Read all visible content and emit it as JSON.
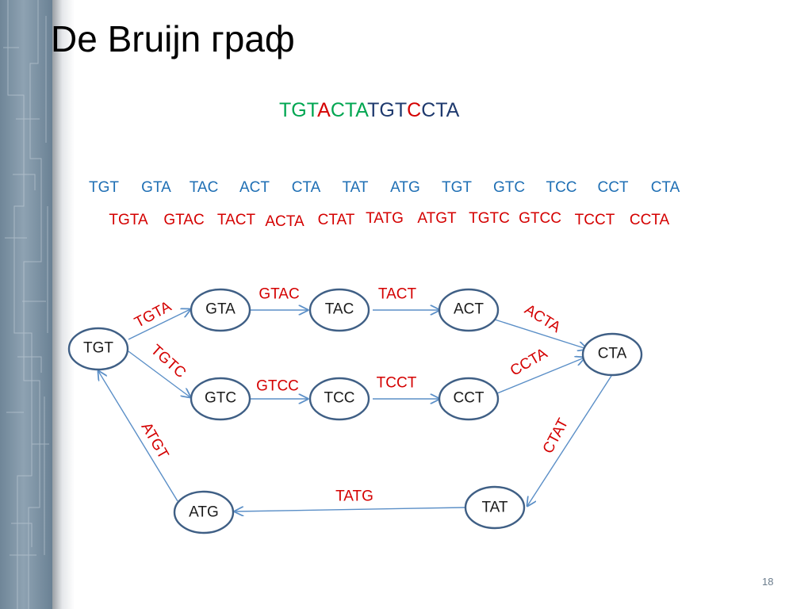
{
  "slide": {
    "title": "De Bruijn граф",
    "page_number": "18"
  },
  "sequence": {
    "segments": [
      {
        "text": "TGT",
        "color": "#00a651"
      },
      {
        "text": "A",
        "color": "#d40000"
      },
      {
        "text": "CTA",
        "color": "#00a651"
      },
      {
        "text": "TGT",
        "color": "#1f3a6e"
      },
      {
        "text": "C",
        "color": "#d40000"
      },
      {
        "text": "CTA",
        "color": "#1f3a6e"
      }
    ]
  },
  "kmers3": [
    "TGT",
    "GTA",
    "TAC",
    "ACT",
    "CTA",
    "TAT",
    "ATG",
    "TGT",
    "GTC",
    "TCC",
    "CCT",
    "CTA"
  ],
  "kmers4": [
    "TGTA",
    "GTAC",
    "TACT",
    "ACTA",
    "CTAT",
    "TATG",
    "ATGT",
    "TGTC",
    "GTCC",
    "TCCT",
    "CCTA"
  ],
  "graph": {
    "nodes": [
      "TGT",
      "GTA",
      "TAC",
      "ACT",
      "CTA",
      "GTC",
      "TCC",
      "CCT",
      "TAT",
      "ATG"
    ],
    "edges": [
      {
        "from": "TGT",
        "to": "GTA",
        "label": "TGTA"
      },
      {
        "from": "GTA",
        "to": "TAC",
        "label": "GTAC"
      },
      {
        "from": "TAC",
        "to": "ACT",
        "label": "TACT"
      },
      {
        "from": "ACT",
        "to": "CTA",
        "label": "ACTA"
      },
      {
        "from": "TGT",
        "to": "GTC",
        "label": "TGTC"
      },
      {
        "from": "GTC",
        "to": "TCC",
        "label": "GTCC"
      },
      {
        "from": "TCC",
        "to": "CCT",
        "label": "TCCT"
      },
      {
        "from": "CCT",
        "to": "CTA",
        "label": "CCTA"
      },
      {
        "from": "CTA",
        "to": "TAT",
        "label": "CTAT"
      },
      {
        "from": "TAT",
        "to": "ATG",
        "label": "TATG"
      },
      {
        "from": "ATG",
        "to": "TGT",
        "label": "ATGT"
      }
    ]
  },
  "colors": {
    "node_stroke": "#3f5f85",
    "edge_stroke": "#5b8fc7",
    "edge_label": "#d40000",
    "kmer3": "#1f6fb4",
    "kmer4": "#d40000"
  }
}
